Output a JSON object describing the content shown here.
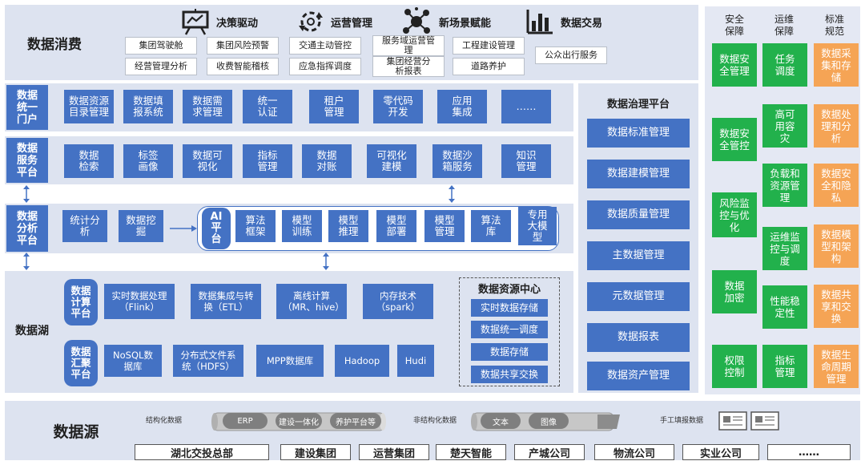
{
  "consumption": {
    "title": "数据消费",
    "headers": [
      {
        "label": "决策驱动",
        "icon": "presentation-board-icon"
      },
      {
        "label": "运营管理",
        "icon": "cycle-arrows-icon"
      },
      {
        "label": "新场景赋能",
        "icon": "network-nodes-icon"
      },
      {
        "label": "数据交易",
        "icon": "bar-chart-icon"
      }
    ],
    "items": [
      "集团驾驶舱",
      "集团风险预警",
      "交通主动管控",
      "服务域运营管理",
      "工程建设管理",
      "经营管理分析",
      "收费智能稽核",
      "应急指挥调度",
      "集团经营分析报表",
      "道路养护",
      "公众出行服务"
    ]
  },
  "portal": {
    "label": "数据统一门户",
    "items": [
      "数据资源目录管理",
      "数据填报系统",
      "数据需求管理",
      "统一认证",
      "租户管理",
      "零代码开发",
      "应用集成",
      "……"
    ]
  },
  "service": {
    "label": "数据服务平台",
    "items": [
      "数据检索",
      "标签画像",
      "数据可视化",
      "指标管理",
      "数据对账",
      "可视化建模",
      "数据沙箱服务",
      "知识管理"
    ]
  },
  "analysis": {
    "label": "数据分析平台",
    "items": [
      "统计分析",
      "数据挖掘"
    ]
  },
  "ai": {
    "label": "AI平台",
    "items": [
      "算法框架",
      "模型训练",
      "模型推理",
      "模型部署",
      "模型管理",
      "算法库",
      "专用大模型"
    ]
  },
  "lake": {
    "title": "数据湖",
    "compute_label": "数据计算平台",
    "compute_items": [
      "实时数据处理（Flink）",
      "数据集成与转换（ETL）",
      "离线计算（MR、hive）",
      "内存技术（spark）"
    ],
    "gather_label": "数据汇聚平台",
    "gather_items": [
      "NoSQL数据库",
      "分布式文件系统（HDFS）",
      "MPP数据库",
      "Hadoop",
      "Hudi"
    ],
    "resource_center": {
      "title": "数据资源中心",
      "items": [
        "实时数据存储",
        "数据统一调度",
        "数据存储",
        "数据共享交换"
      ]
    }
  },
  "governance": {
    "title": "数据治理平台",
    "items": [
      "数据标准管理",
      "数据建模管理",
      "数据质量管理",
      "主数据管理",
      "元数据管理",
      "数据报表",
      "数据资产管理"
    ]
  },
  "right": {
    "columns": [
      {
        "title": "安全保障",
        "color": "#22b14c",
        "items": [
          "数据安全管理",
          "数据安全管控",
          "风险监控与优化",
          "数据加密",
          "权限控制"
        ]
      },
      {
        "title": "运维保障",
        "color": "#22b14c",
        "items": [
          "任务调度",
          "高可用容灾",
          "负载和资源管理",
          "运维监控与调度",
          "性能稳定性",
          "指标管理"
        ]
      },
      {
        "title": "标准规范",
        "color": "#f5a455",
        "items": [
          "数据采集和存储",
          "数据处理和分析",
          "数据安全和隐私",
          "数据模型和架构",
          "数据共享和交换",
          "数据生命周期管理"
        ]
      }
    ]
  },
  "source": {
    "title": "数据源",
    "structured_label": "结构化数据",
    "structured_items": [
      "ERP",
      "建设一体化",
      "养护平台等"
    ],
    "unstructured_label": "非结构化数据",
    "unstructured_items": [
      "文本",
      "图像"
    ],
    "manual_label": "手工填报数据",
    "companies": [
      "湖北交投总部",
      "建设集团",
      "运营集团",
      "楚天智能",
      "产城公司",
      "物流公司",
      "实业公司",
      "……"
    ]
  },
  "colors": {
    "primary": "#4472c4",
    "panel": "#dde3f0",
    "green": "#22b14c",
    "orange": "#f5a455"
  }
}
